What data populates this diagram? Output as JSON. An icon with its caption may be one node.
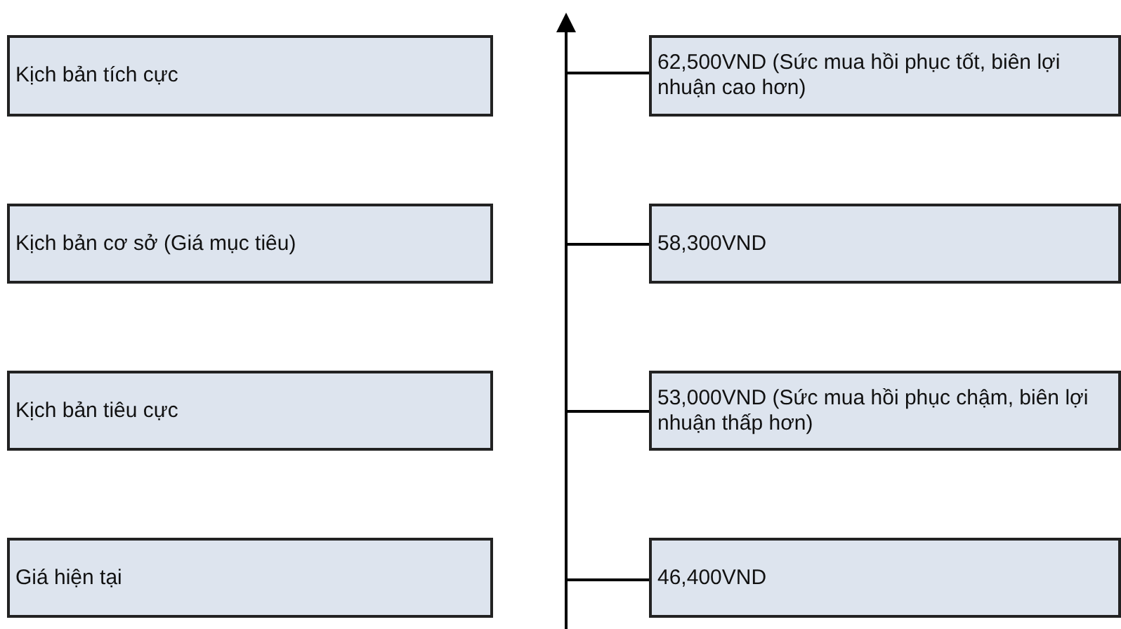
{
  "diagram": {
    "nodes": [
      {
        "text": [
          "Kịch bản tích cực"
        ]
      },
      {
        "text": [
          "Kịch bản cơ sở (Giá mục tiêu)"
        ]
      },
      {
        "text": [
          "Kịch bản tiêu cực"
        ]
      },
      {
        "text": [
          "Giá hiện tại"
        ]
      },
      {
        "text": [
          "62,500VND (Sức mua hồi phục tốt, biên lợi nhuận cao hơn)"
        ]
      },
      {
        "text": [
          "58,300VND"
        ]
      },
      {
        "text": [
          "53,000VND (Sức mua hồi phục chậm, biên lợi nhuận thấp hơn)"
        ]
      },
      {
        "text": [
          "46,400VND"
        ]
      }
    ],
    "edges": [
      {
        "from": null,
        "to": 4,
        "arrow": "none"
      },
      {
        "from": null,
        "to": 5,
        "arrow": "none"
      },
      {
        "from": null,
        "to": 6,
        "arrow": "none"
      },
      {
        "from": null,
        "to": 7,
        "arrow": "none"
      }
    ]
  }
}
